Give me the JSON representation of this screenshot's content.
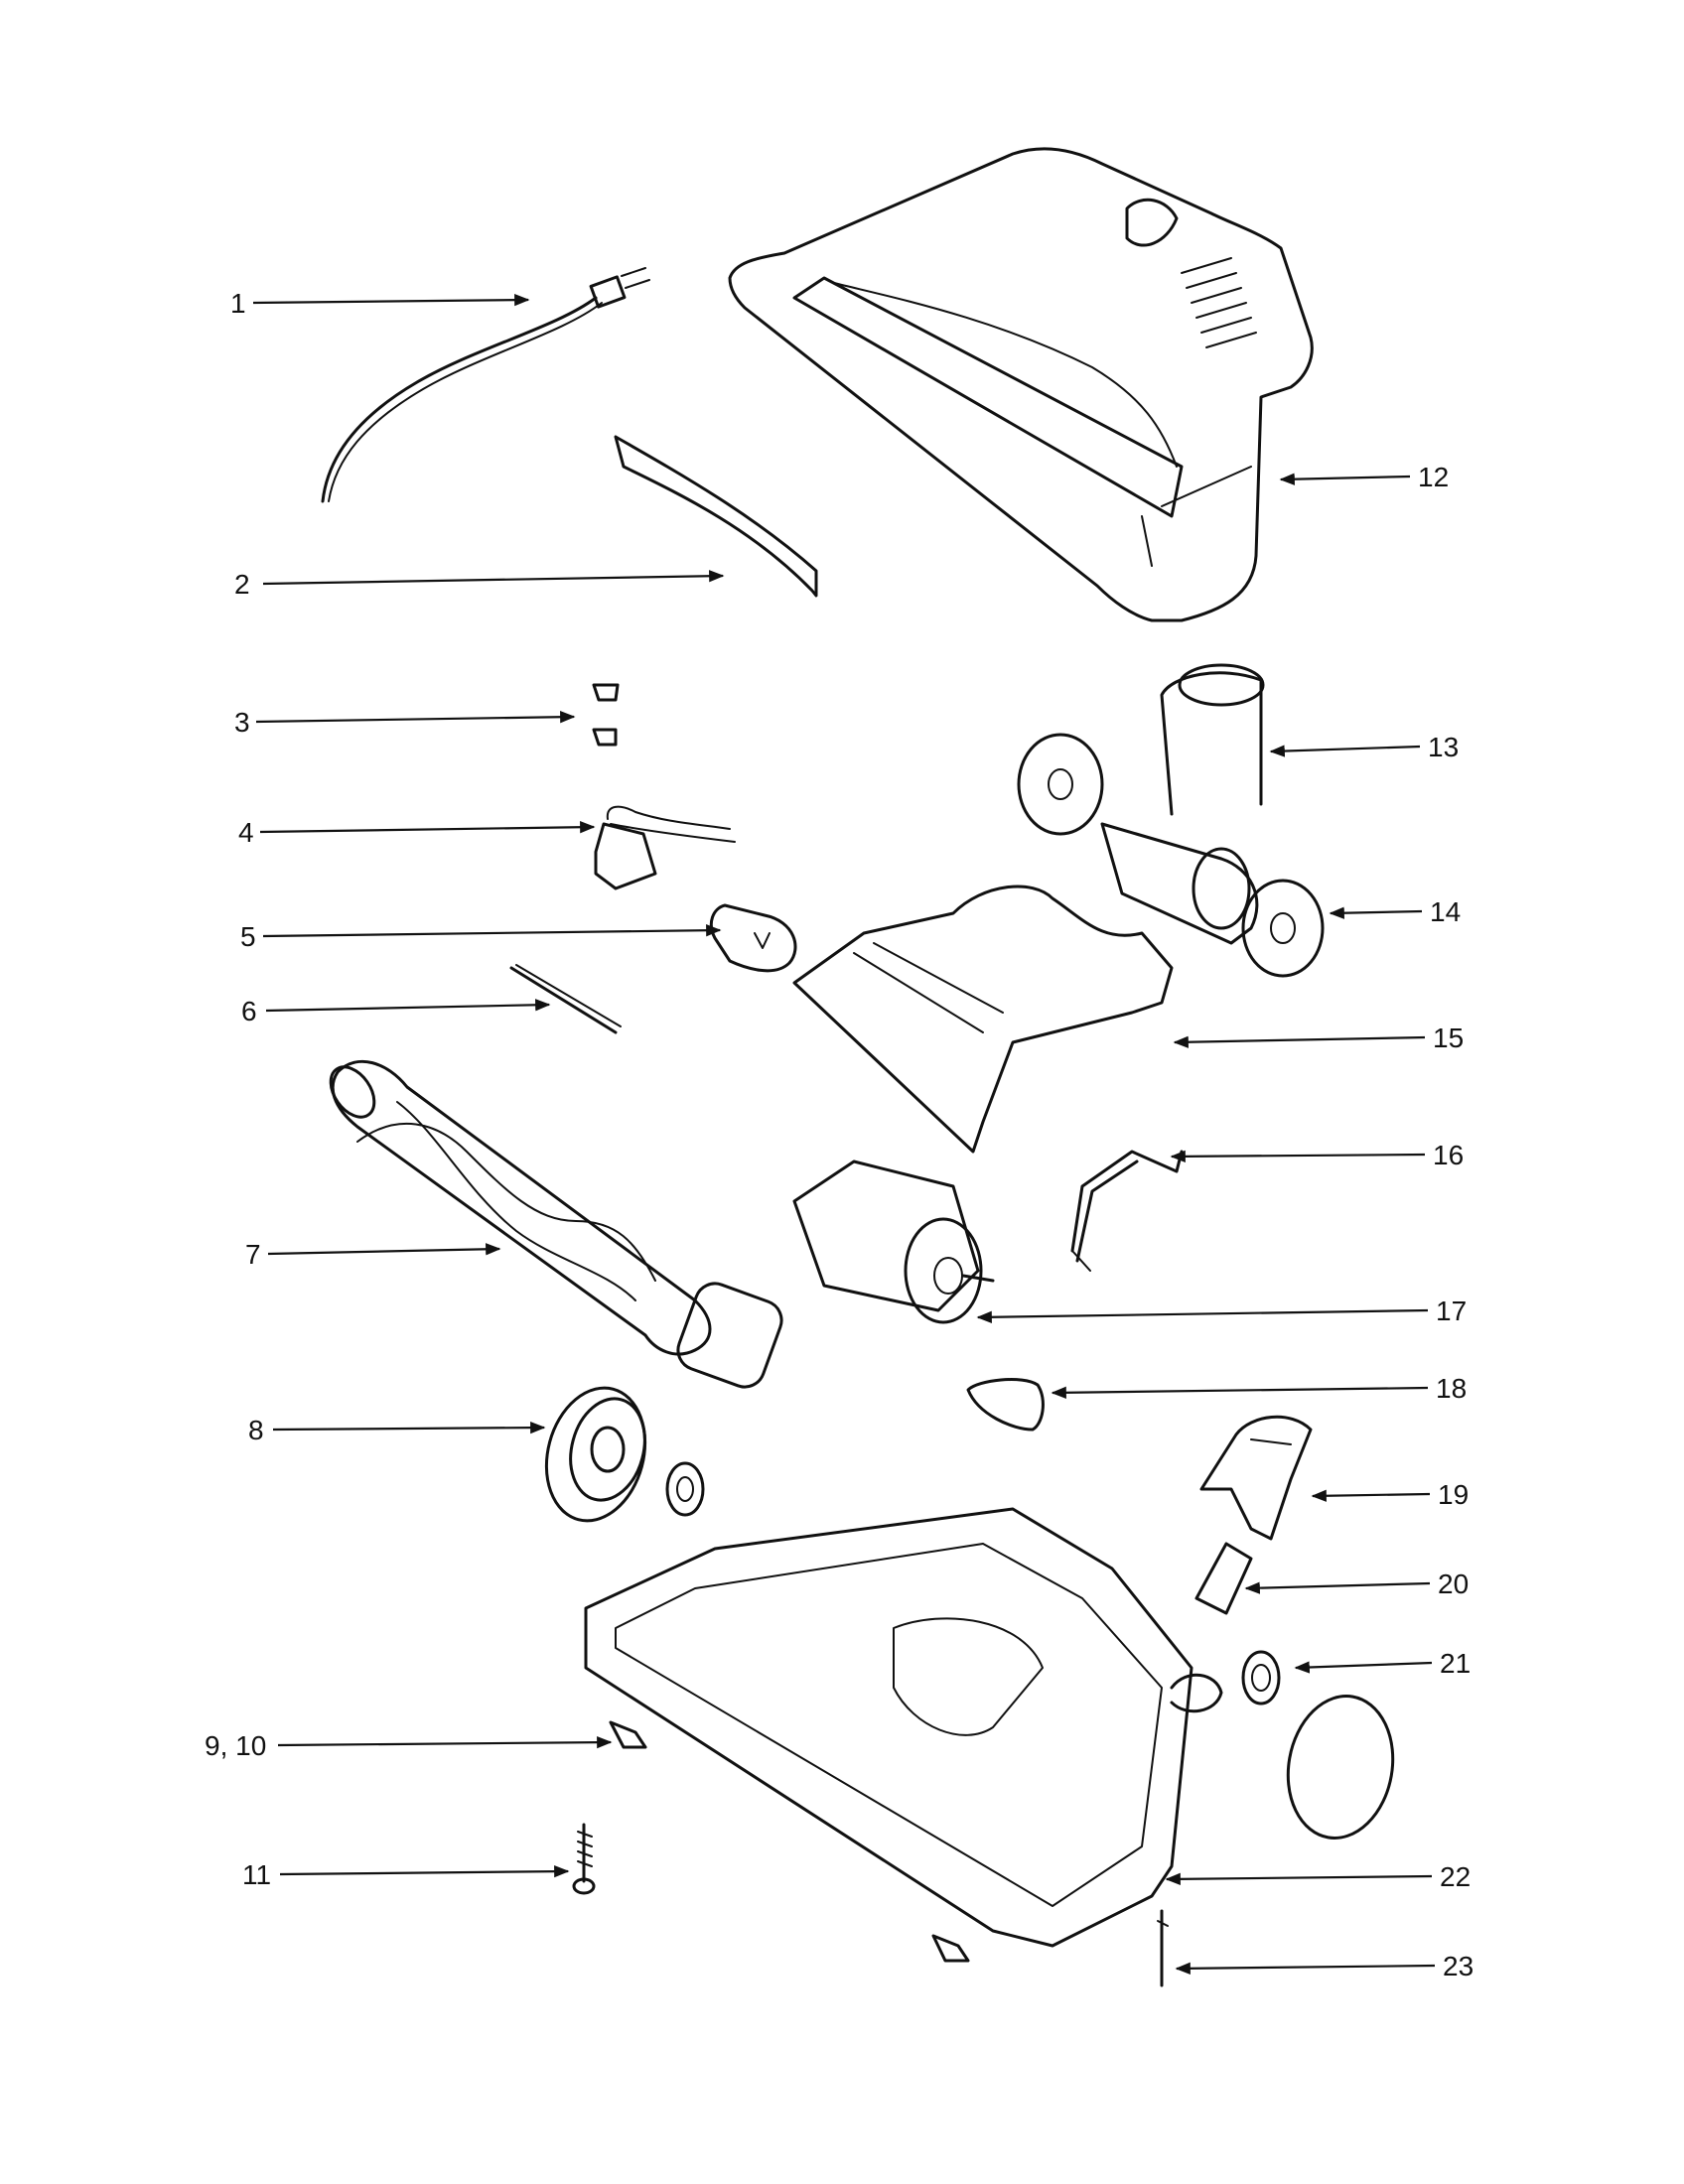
{
  "callouts": [
    {
      "id": 1,
      "label": "1"
    },
    {
      "id": 2,
      "label": "2"
    },
    {
      "id": 3,
      "label": "3"
    },
    {
      "id": 4,
      "label": "4"
    },
    {
      "id": 5,
      "label": "5"
    },
    {
      "id": 6,
      "label": "6"
    },
    {
      "id": 7,
      "label": "7"
    },
    {
      "id": 8,
      "label": "8"
    },
    {
      "id": 9,
      "label": "9, 10"
    },
    {
      "id": 11,
      "label": "11"
    },
    {
      "id": 12,
      "label": "12"
    },
    {
      "id": 13,
      "label": "13"
    },
    {
      "id": 14,
      "label": "14"
    },
    {
      "id": 15,
      "label": "15"
    },
    {
      "id": 16,
      "label": "16"
    },
    {
      "id": 17,
      "label": "17"
    },
    {
      "id": 18,
      "label": "18"
    },
    {
      "id": 19,
      "label": "19"
    },
    {
      "id": 20,
      "label": "20"
    },
    {
      "id": 21,
      "label": "21"
    },
    {
      "id": 22,
      "label": "22"
    },
    {
      "id": 23,
      "label": "23"
    }
  ]
}
